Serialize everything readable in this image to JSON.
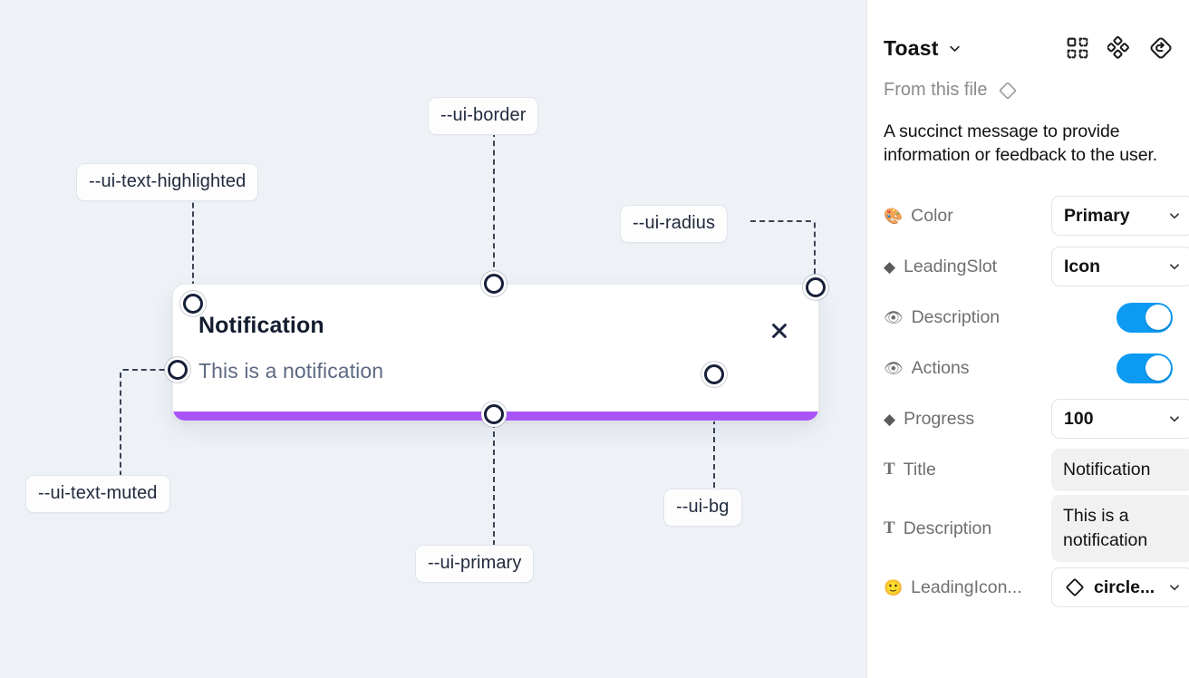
{
  "canvas": {
    "background_color": "#eef2f7",
    "tokens": [
      {
        "name": "ui-border",
        "label": "--ui-border"
      },
      {
        "name": "ui-text-highlighted",
        "label": "--ui-text-highlighted"
      },
      {
        "name": "ui-radius",
        "label": "--ui-radius"
      },
      {
        "name": "ui-text-muted",
        "label": "--ui-text-muted"
      },
      {
        "name": "ui-primary",
        "label": "--ui-primary"
      },
      {
        "name": "ui-bg",
        "label": "--ui-bg"
      }
    ],
    "toast": {
      "title": "Notification",
      "description": "This is a notification",
      "close_icon": "close-icon",
      "progress_color": "#a855f7",
      "background_color": "#ffffff",
      "border_color": "#e7ebf1"
    }
  },
  "panel": {
    "title": "Toast",
    "from_file_label": "From this file",
    "description": "A succinct message to provide information or feedback to the user.",
    "header_icons": [
      {
        "name": "component-grid-icon"
      },
      {
        "name": "component-cluster-icon"
      },
      {
        "name": "reset-instance-icon"
      }
    ],
    "properties": [
      {
        "name": "color",
        "icon": "palette-emoji",
        "icon_glyph": "🎨",
        "icon_kind": "emoji",
        "label": "Color",
        "control": "select",
        "value": "Primary"
      },
      {
        "name": "leading-slot",
        "icon": "diamond-icon",
        "icon_glyph": "◆",
        "icon_kind": "glyph",
        "label": "LeadingSlot",
        "control": "select",
        "value": "Icon"
      },
      {
        "name": "description-visible",
        "icon": "eye-emoji",
        "icon_glyph": "👁",
        "icon_kind": "emoji",
        "label": "Description",
        "control": "toggle",
        "value": "on"
      },
      {
        "name": "actions-visible",
        "icon": "eye-emoji",
        "icon_glyph": "👁",
        "icon_kind": "emoji",
        "label": "Actions",
        "control": "toggle",
        "value": "on"
      },
      {
        "name": "progress",
        "icon": "diamond-icon",
        "icon_glyph": "◆",
        "icon_kind": "glyph",
        "label": "Progress",
        "control": "select",
        "value": "100"
      },
      {
        "name": "title",
        "icon": "text-icon",
        "icon_glyph": "T",
        "icon_kind": "text",
        "label": "Title",
        "control": "textfield",
        "value": "Notification"
      },
      {
        "name": "description",
        "icon": "text-icon",
        "icon_glyph": "T",
        "icon_kind": "text",
        "label": "Description",
        "control": "textfield",
        "value": "This is a notification"
      },
      {
        "name": "leading-icon",
        "icon": "smiley-emoji",
        "icon_glyph": "🙂",
        "icon_kind": "emoji",
        "label": "LeadingIcon...",
        "control": "icon-select",
        "value": "circle..."
      }
    ],
    "toggle_on_color": "#0c9af3"
  }
}
